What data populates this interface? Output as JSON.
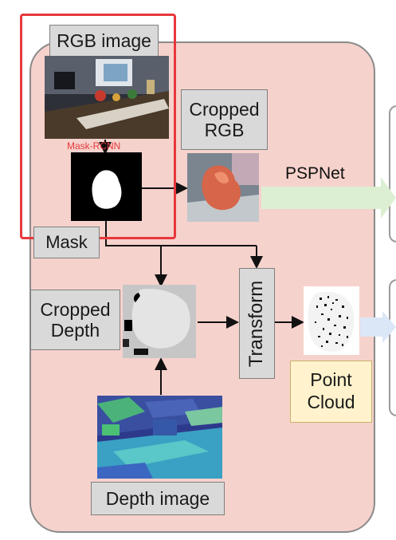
{
  "labels": {
    "rgb_image": "RGB image",
    "mask_rcnn": "Mask-RCNN",
    "cropped_rgb": "Cropped\nRGB",
    "pspnet": "PSPNet",
    "mask": "Mask",
    "cropped_depth": "Cropped\nDepth",
    "transform": "Transform",
    "point_cloud": "Point\nCloud",
    "depth_image": "Depth image"
  },
  "colors": {
    "panel_bg": "#f6d2cc",
    "highlight": "#e8383d",
    "label_bg": "#d9d9d9",
    "point_cloud_bg": "#fff2cc",
    "pspnet_arrow": "#dcefd2",
    "blue_arrow": "#dbe7f6"
  }
}
